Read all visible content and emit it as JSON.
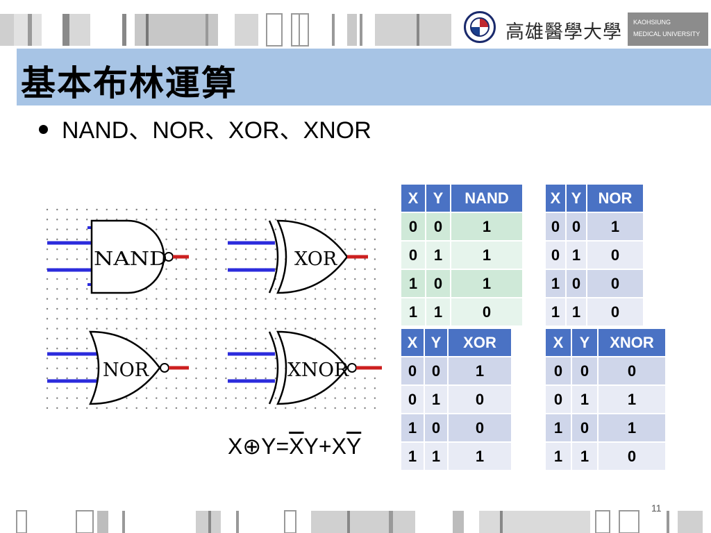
{
  "header": {
    "university_name": "高雄醫學大學",
    "university_name_en_line1": "KAOHSIUNG",
    "university_name_en_line2": "MEDICAL UNIVERSITY"
  },
  "title": "基本布林運算",
  "bullet": "NAND、NOR、XOR、XNOR",
  "gates": {
    "nand": "NAND",
    "xor": "XOR",
    "nor": "NOR",
    "xnor": "XNOR"
  },
  "formula": {
    "lhs": "X⊕Y=",
    "t1a": "X",
    "t1b": "Y",
    "plus": "+",
    "t2a": "X",
    "t2b": "Y"
  },
  "tables": {
    "nand": {
      "headers": [
        "X",
        "Y",
        "NAND"
      ],
      "rows": [
        [
          "0",
          "0",
          "1"
        ],
        [
          "0",
          "1",
          "1"
        ],
        [
          "1",
          "0",
          "1"
        ],
        [
          "1",
          "1",
          "0"
        ]
      ]
    },
    "nor": {
      "headers": [
        "X",
        "Y",
        "NOR"
      ],
      "rows": [
        [
          "0",
          "0",
          "1"
        ],
        [
          "0",
          "1",
          "0"
        ],
        [
          "1",
          "0",
          "0"
        ],
        [
          "1",
          "1",
          "0"
        ]
      ]
    },
    "xor": {
      "headers": [
        "X",
        "Y",
        "XOR"
      ],
      "rows": [
        [
          "0",
          "0",
          "1"
        ],
        [
          "0",
          "1",
          "0"
        ],
        [
          "1",
          "0",
          "0"
        ],
        [
          "1",
          "1",
          "1"
        ]
      ]
    },
    "xnor": {
      "headers": [
        "X",
        "Y",
        "XNOR"
      ],
      "rows": [
        [
          "0",
          "0",
          "0"
        ],
        [
          "0",
          "1",
          "1"
        ],
        [
          "1",
          "0",
          "1"
        ],
        [
          "1",
          "1",
          "0"
        ]
      ]
    }
  },
  "page_number": "11",
  "colors": {
    "title_band": "#a7c4e5",
    "table_header": "#4a72c4",
    "wire_input": "#2b2bdc",
    "wire_output": "#cc1f1f"
  }
}
